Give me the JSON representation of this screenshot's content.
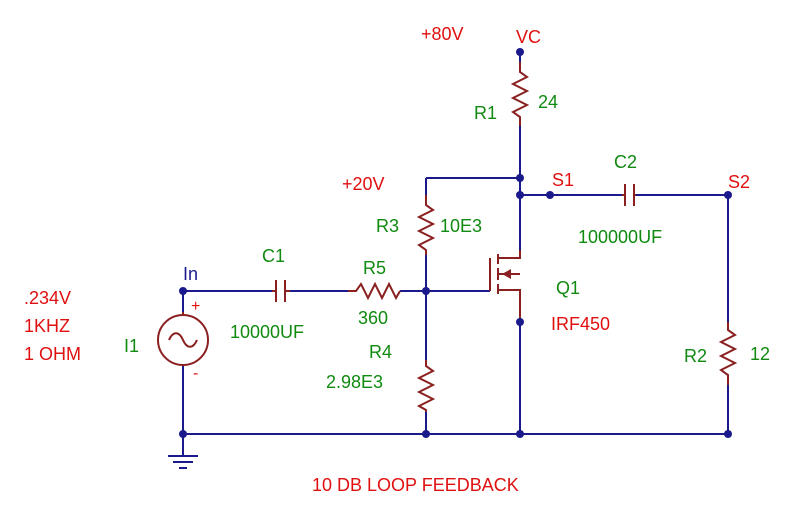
{
  "labels": {
    "supply_80": "+80V",
    "vc": "VC",
    "r1_name": "R1",
    "r1_value": "24",
    "supply_20": "+20V",
    "s1": "S1",
    "c2_name": "C2",
    "s2": "S2",
    "r3_name": "R3",
    "r3_value": "10E3",
    "c2_value": "100000UF",
    "in": "In",
    "c1_name": "C1",
    "r5_name": "R5",
    "q1_name": "Q1",
    "source_v": ".234V",
    "source_f": "1KHZ",
    "source_r": "1 OHM",
    "i1_name": "I1",
    "c1_value": "10000UF",
    "r5_value": "360",
    "q1_part": "IRF450",
    "r4_name": "R4",
    "r2_name": "R2",
    "r2_value": "12",
    "r4_value": "2.98E3",
    "plus": "+",
    "minus": "-",
    "caption": "10 DB LOOP FEEDBACK"
  },
  "colors": {
    "wire": "#1a1a8c",
    "component": "#8b2020",
    "label_red": "#e01010",
    "label_green": "#108a10"
  }
}
